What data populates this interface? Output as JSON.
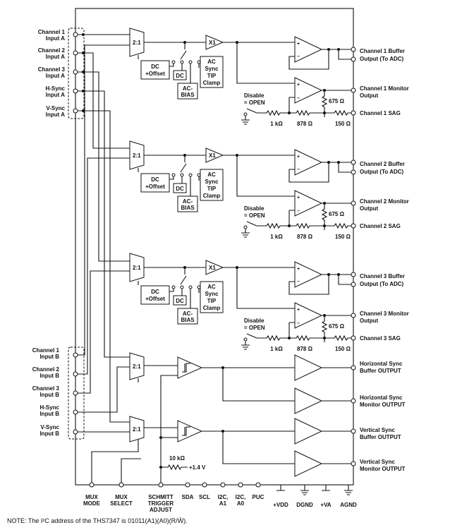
{
  "inputs_a": [
    {
      "line1": "Channel 1",
      "line2": "Input A"
    },
    {
      "line1": "Channel 2",
      "line2": "Input A"
    },
    {
      "line1": "Channel 3",
      "line2": "Input A"
    },
    {
      "line1": "H-Sync",
      "line2": "Input A"
    },
    {
      "line1": "V-Sync",
      "line2": "Input A"
    }
  ],
  "inputs_b": [
    {
      "line1": "Channel 1",
      "line2": "Input B"
    },
    {
      "line1": "Channel 2",
      "line2": "Input B"
    },
    {
      "line1": "Channel 3",
      "line2": "Input B"
    },
    {
      "line1": "H-Sync",
      "line2": "Input B"
    },
    {
      "line1": "V-Sync",
      "line2": "Input B"
    }
  ],
  "mux_label": "2:1",
  "buffer_label": "X1",
  "dc_offset": {
    "line1": "DC",
    "line2": "+Offset"
  },
  "dc_label": "DC",
  "ac_bias": {
    "line1": "AC-",
    "line2": "BIAS"
  },
  "ac_clamp": {
    "line1": "AC",
    "line2": "Sync",
    "line3": "TIP",
    "line4": "Clamp"
  },
  "disable": {
    "line1": "Disable",
    "line2": "= OPEN"
  },
  "resistors": {
    "r1": "1 kΩ",
    "r2": "878 Ω",
    "r3": "675 Ω",
    "r4": "150 Ω",
    "r_pull": "10 kΩ",
    "vref": "+1.4 V"
  },
  "outputs": [
    {
      "buffer1": "Channel 1 Buffer",
      "buffer2": "Output (To ADC)",
      "monitor1": "Channel 1 Monitor",
      "monitor2": "Output",
      "sag": "Channel 1 SAG"
    },
    {
      "buffer1": "Channel 2 Buffer",
      "buffer2": "Output (To ADC)",
      "monitor1": "Channel 2 Monitor",
      "monitor2": "Output",
      "sag": "Channel 2 SAG"
    },
    {
      "buffer1": "Channel 3 Buffer",
      "buffer2": "Output (To ADC)",
      "monitor1": "Channel 3 Monitor",
      "monitor2": "Output",
      "sag": "Channel 3 SAG"
    }
  ],
  "sync_outputs": [
    {
      "line1": "Horizontal Sync",
      "line2": "Buffer OUTPUT"
    },
    {
      "line1": "Horizontal Sync",
      "line2": "Monitor OUTPUT"
    },
    {
      "line1": "Vertical Sync",
      "line2": "Buffer OUTPUT"
    },
    {
      "line1": "Vertical Sync",
      "line2": "Monitor OUTPUT"
    }
  ],
  "bottom_pins": {
    "mux_mode": {
      "line1": "MUX",
      "line2": "MODE"
    },
    "mux_select": {
      "line1": "MUX",
      "line2": "SELECT"
    },
    "schmitt": {
      "line1": "SCHMITT",
      "line2": "TRIGGER",
      "line3": "ADJUST"
    },
    "sda": "SDA",
    "scl": "SCL",
    "i2c_a1": {
      "line1": "I2C,",
      "line2": "A1"
    },
    "i2c_a0": {
      "line1": "I2C,",
      "line2": "A0"
    },
    "puc": "PUC",
    "vdd": "+VDD",
    "dgnd": "DGND",
    "va": "+VA",
    "agnd": "AGND"
  },
  "note": "NOTE:  The I²C address of the THS7347 is 01011(A1)(A0)(R/W̄)."
}
